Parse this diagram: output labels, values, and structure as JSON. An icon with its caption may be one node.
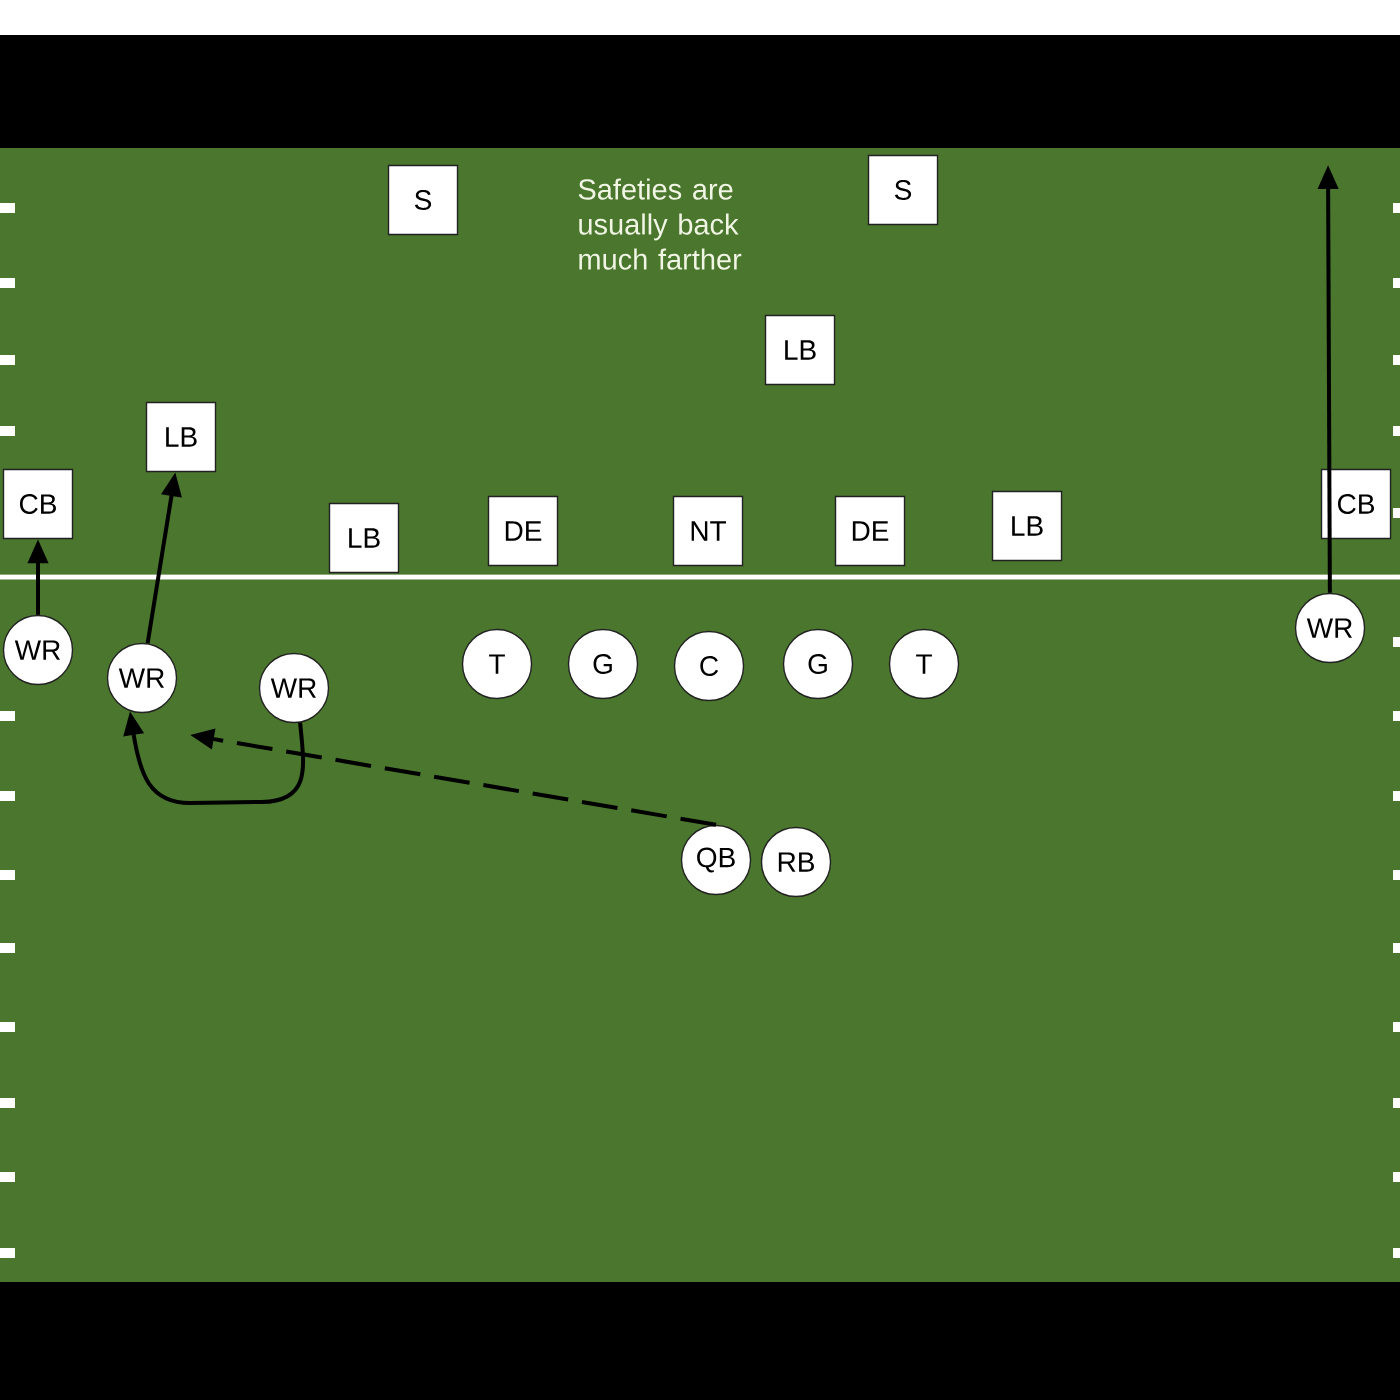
{
  "diagram": {
    "nodes": [
      {
        "text": [
          "S"
        ]
      },
      {
        "text": [
          "S"
        ]
      },
      {
        "text": [
          "LB"
        ]
      },
      {
        "text": [
          "LB"
        ]
      },
      {
        "text": [
          "CB"
        ]
      },
      {
        "text": [
          "LB"
        ]
      },
      {
        "text": [
          "DE"
        ]
      },
      {
        "text": [
          "NT"
        ]
      },
      {
        "text": [
          "DE"
        ]
      },
      {
        "text": [
          "LB"
        ]
      },
      {
        "text": [
          "CB"
        ]
      },
      {
        "text": [
          "WR"
        ]
      },
      {
        "text": [
          "WR"
        ]
      },
      {
        "text": [
          "WR"
        ]
      },
      {
        "text": [
          "T"
        ]
      },
      {
        "text": [
          "G"
        ]
      },
      {
        "text": [
          "C"
        ]
      },
      {
        "text": [
          "G"
        ]
      },
      {
        "text": [
          "T"
        ]
      },
      {
        "text": [
          "WR"
        ]
      },
      {
        "text": [
          "QB"
        ]
      },
      {
        "text": [
          "RB"
        ]
      }
    ],
    "edges": [
      {
        "from": 11,
        "to": 4,
        "arrow": "to"
      },
      {
        "from": 12,
        "to": 3,
        "arrow": "to"
      },
      {
        "from": 13,
        "to": 12,
        "arrow": "to"
      },
      {
        "from": 20,
        "to": null,
        "arrow": "to",
        "style": "dashed"
      },
      {
        "from": 19,
        "to": null,
        "arrow": "to"
      }
    ],
    "labels": [
      "Safeties are usually back much farther"
    ]
  }
}
